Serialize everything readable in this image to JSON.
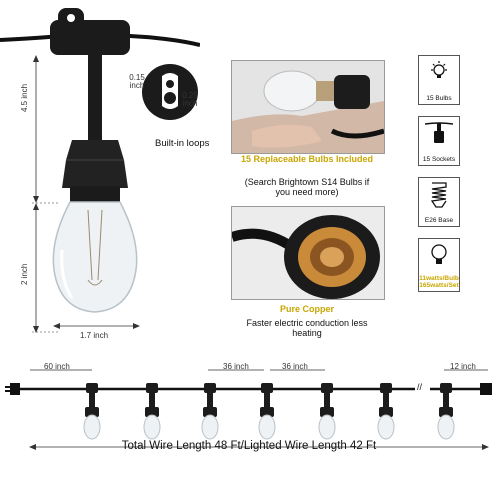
{
  "dimensions": {
    "socket_height": "4.5 inch",
    "bulb_height": "2 inch",
    "bulb_width": "1.7 inch",
    "hole_width": "0.15 inch",
    "hole_height": "0.25 inch",
    "loops_label": "Built-in loops"
  },
  "features": {
    "bulbs_title": "15 Replaceable Bulbs Included",
    "bulbs_desc": "(Search Brightown S14 Bulbs if you need more)",
    "copper_title": "Pure Copper",
    "copper_desc": "Faster electric conduction less heating"
  },
  "specs": [
    {
      "icon": "bulb-icon",
      "label": "15 Bulbs"
    },
    {
      "icon": "socket-icon",
      "label": "15 Sockets"
    },
    {
      "icon": "e26-base-icon",
      "label": "E26 Base"
    },
    {
      "icon": "wattage-bulb-icon",
      "label": "11watts/Bulb 165watts/Set"
    }
  ],
  "spacing": {
    "first": "60 inch",
    "between_a": "36 inch",
    "between_b": "36 inch",
    "end": "12 inch",
    "break_mark": "//"
  },
  "total_label": "Total Wire Length 48 Ft/Lighted Wire Length 42 Ft",
  "colors": {
    "accent": "#c9a600",
    "wire": "#111111",
    "bulb_glass": "#eef2f4"
  }
}
